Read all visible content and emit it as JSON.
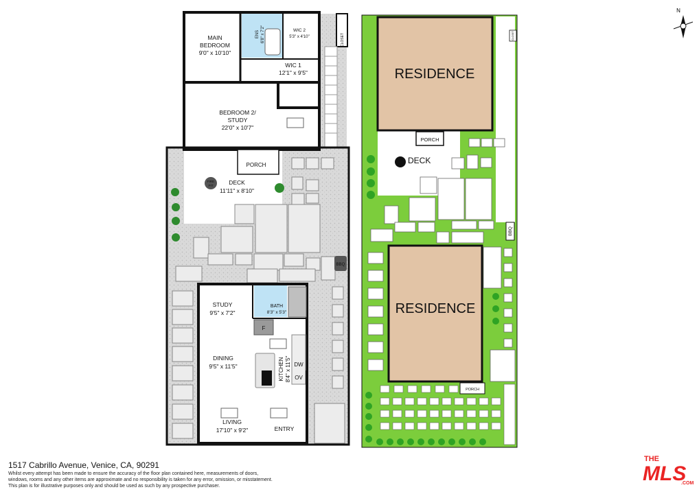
{
  "north_label": "N",
  "floor_plan": {
    "rooms": {
      "main_bedroom": {
        "name_line1": "MAIN",
        "name_line2": "BEDROOM",
        "dims": "9'0\" x 10'10\""
      },
      "ens": {
        "name": "ENS",
        "dims": "6'8\" x 7'2\""
      },
      "wic2": {
        "name": "WIC 2",
        "dims": "5'3\" x 4'10\""
      },
      "closet": {
        "name": "CLOSET"
      },
      "wic1": {
        "name": "WIC 1",
        "dims": "12'1\" x 9'5\""
      },
      "bedroom2": {
        "name_line1": "BEDROOM 2/",
        "name_line2": "STUDY",
        "dims": "22'0\" x 10'7\""
      },
      "porch": {
        "name": "PORCH"
      },
      "deck": {
        "name": "DECK",
        "dims": "11'11\" x 8'10\""
      },
      "fire_pit": {
        "line1": "FIRE",
        "line2": "PIT"
      },
      "bbq": {
        "name": "BBQ"
      },
      "study": {
        "name": "STUDY",
        "dims": "9'5\" x 7'2\""
      },
      "bath": {
        "name": "BATH",
        "dims": "8'3\" x 5'3\""
      },
      "fridge": {
        "name": "F"
      },
      "dining": {
        "name": "DINING",
        "dims": "9'5\" x 11'5\""
      },
      "kitchen": {
        "name": "KITCHEN",
        "dims": "8'4\" x 11'5\""
      },
      "dw": {
        "name": "DW"
      },
      "ov": {
        "name": "OV"
      },
      "living": {
        "name": "LIVING",
        "dims": "17'10\" x 9'2\""
      },
      "entry": {
        "name": "ENTRY"
      }
    }
  },
  "site_plan": {
    "residence_top": "RESIDENCE",
    "residence_bottom": "RESIDENCE",
    "porch_top": "PORCH",
    "porch_bottom": "PORCH",
    "deck": "DECK",
    "fire_pit": {
      "line1": "FIRE",
      "line2": "PIT"
    },
    "bbq": "BBQ",
    "closet": "CLOSET"
  },
  "footer": {
    "address": "1517 Cabrillo Avenue, Venice, CA, 90291",
    "disclaimer_lines": [
      "Whilst every attempt has been made to ensure the accuracy of the floor plan contained here, measurements of doors,",
      "windows, rooms and any other items are approximate and no responsibility is taken for any error, omission, or misstatement.",
      "This plan is for illustrative purposes only and should be used as such by any prospective purchaser."
    ]
  },
  "logo": {
    "line1": "THE",
    "line2": "MLS",
    "suffix": ".COM"
  },
  "colors": {
    "wall": "#111111",
    "gravel": "#d6d6d6",
    "paver": "#ececec",
    "grass": "#7ccd3c",
    "residence": "#e2c4a6",
    "wet_room": "#bfe3f5",
    "logo": "#ea2424"
  }
}
